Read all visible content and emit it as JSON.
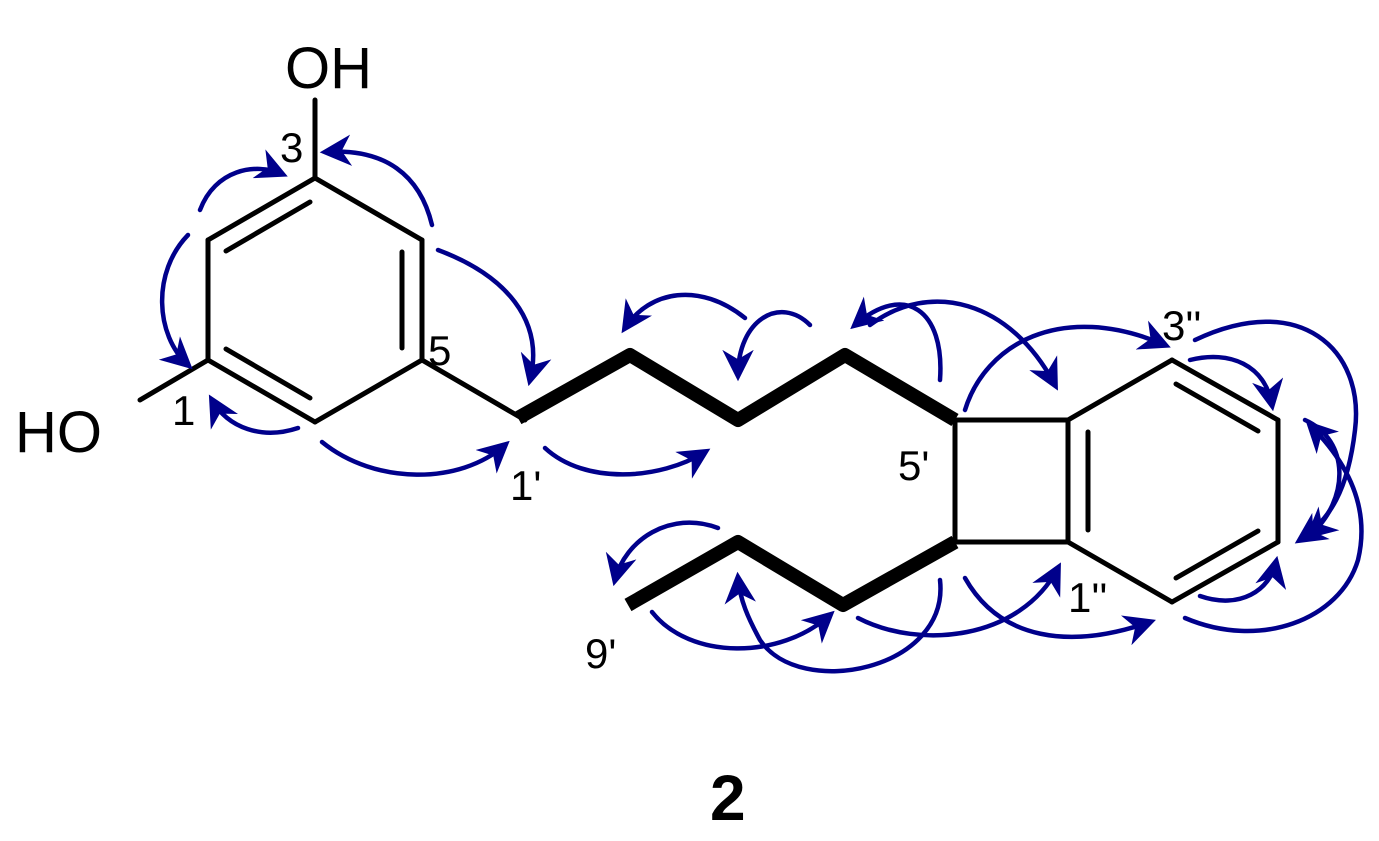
{
  "colors": {
    "bond": "#000000",
    "arrow": "#00008B"
  },
  "labels": {
    "oh_top": "OH",
    "ho_left": "HO",
    "c3": "3",
    "c1": "1",
    "c5": "5",
    "c1p": "1'",
    "c5p": "5'",
    "c9p": "9'",
    "c3pp": "3''",
    "c1pp": "1''",
    "compound_number": "2"
  }
}
